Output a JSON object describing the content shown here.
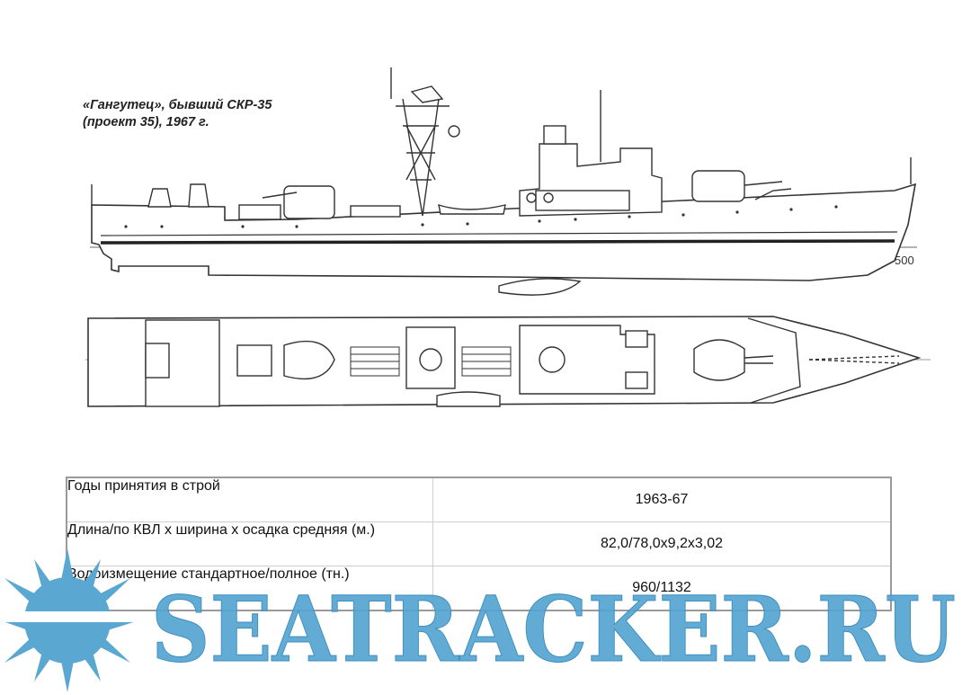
{
  "caption": {
    "line1": "«Гангутец», бывший СКР-35",
    "line2": "(проект 35), 1967 г."
  },
  "drawing": {
    "side_view_hull_number": "500"
  },
  "specs": [
    {
      "label": "Годы принятия в строй",
      "value": "1963-67"
    },
    {
      "label": "Длина/по КВЛ х ширина х осадка средняя (м.)",
      "value": "82,0/78,0х9,2х3,02"
    },
    {
      "label": "Водоизмещение стандартное/полное (тн.)",
      "value": "960/1132"
    }
  ],
  "watermark": {
    "text": "SEATRACKER.RU",
    "color": "#4f9fcc"
  }
}
